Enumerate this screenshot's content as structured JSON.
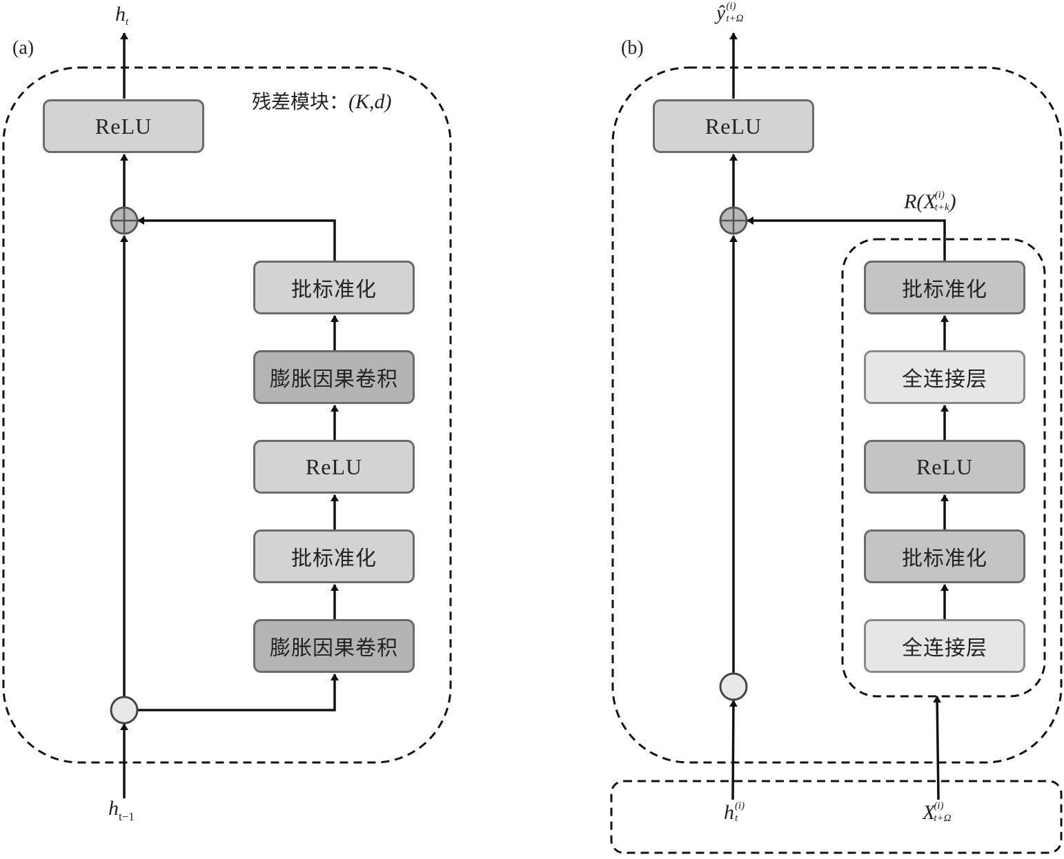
{
  "panel_a": {
    "label": "(a)",
    "block_title": "残差模块：",
    "block_params": "(K,d)",
    "output_label": {
      "base": "h",
      "sub": "t"
    },
    "input_label": {
      "base": "h",
      "sub": "t−1"
    },
    "top_box": "ReLU",
    "branch_boxes": [
      "批标准化",
      "膨胀因果卷积",
      "ReLU",
      "批标准化",
      "膨胀因果卷积"
    ]
  },
  "panel_b": {
    "label": "(b)",
    "output_label": {
      "base": "ŷ",
      "sup": "(i)",
      "sub": "t+Ω"
    },
    "residual_label": {
      "prefix": "R(",
      "base": "X",
      "sup": "(i)",
      "sub": "t+k",
      "suffix": ")"
    },
    "input_label_left": {
      "base": "h",
      "sup": "(i)",
      "sub": "t"
    },
    "input_label_right": {
      "base": "X",
      "sup": "(i)",
      "sub": "t+Ω"
    },
    "top_box": "ReLU",
    "branch_boxes": [
      "批标准化",
      "全连接层",
      "ReLU",
      "批标准化",
      "全连接层"
    ]
  },
  "colors": {
    "box_light": "#d3d3d3",
    "box_dark": "#b4b4b4",
    "box_lighter": "#e6e6e6",
    "sum_node": "#b8b8b8",
    "split_node": "#e8e8e8",
    "line": "#111111"
  }
}
